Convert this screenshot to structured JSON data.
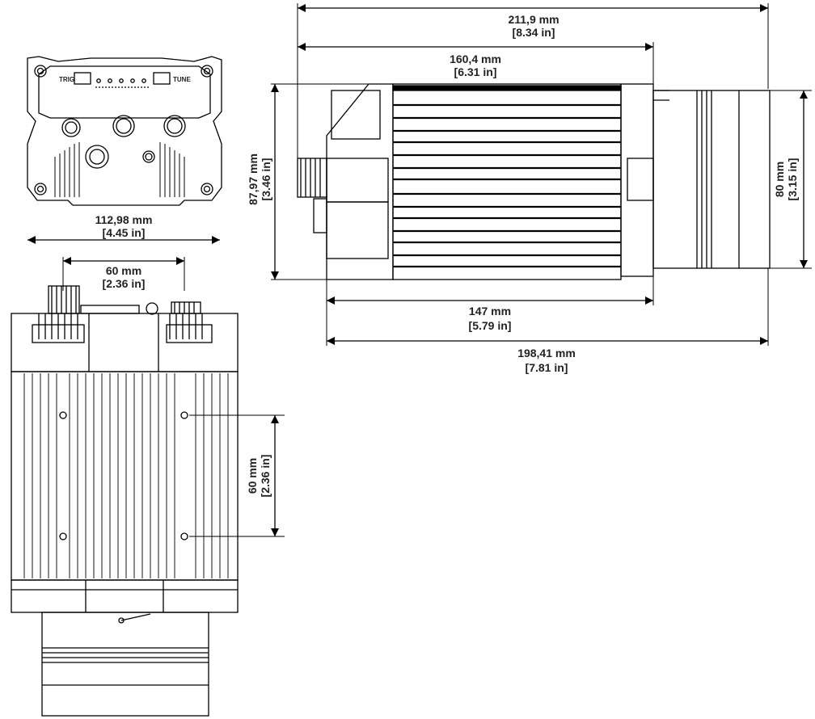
{
  "front_view": {
    "width_mm": "112,98 mm",
    "width_in": "[4.45 in]",
    "button_left": "TRIG",
    "button_right": "TUNE"
  },
  "top_view": {
    "connector_spacing_mm": "60 mm",
    "connector_spacing_in": "[2.36 in]",
    "mount_spacing_mm": "60 mm",
    "mount_spacing_in": "[2.36 in]"
  },
  "side_view": {
    "overall_length_mm": "211,9 mm",
    "overall_length_in": "[8.34 in]",
    "body_length_mm": "160,4 mm",
    "body_length_in": "[6.31 in]",
    "height_mm": "87,97 mm",
    "height_in": "[3.46 in]",
    "lens_diameter_mm": "80 mm",
    "lens_diameter_in": "[3.15 in]",
    "housing_length_mm": "147 mm",
    "housing_length_in": "[5.79 in]",
    "total_length_mm": "198,41 mm",
    "total_length_in": "[7.81 in]"
  }
}
